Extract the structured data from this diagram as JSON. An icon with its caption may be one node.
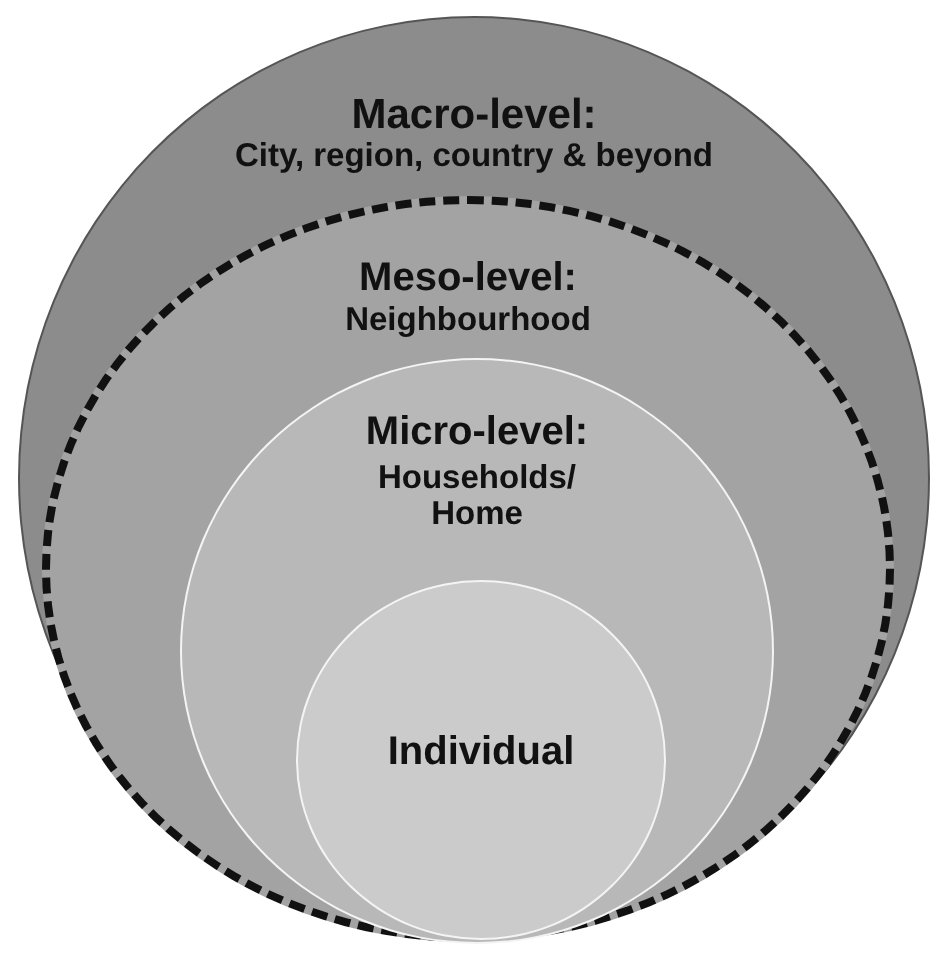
{
  "diagram": {
    "nodes": [
      {
        "text": [
          "Macro-level:",
          "City, region, country & beyond"
        ]
      },
      {
        "text": [
          "Meso-level:",
          "Neighbourhood"
        ],
        "in": 0
      },
      {
        "text": [
          "Micro-level:",
          "Households/ Home"
        ],
        "in": 1
      },
      {
        "text": [
          "Individual"
        ],
        "in": 2
      }
    ]
  }
}
